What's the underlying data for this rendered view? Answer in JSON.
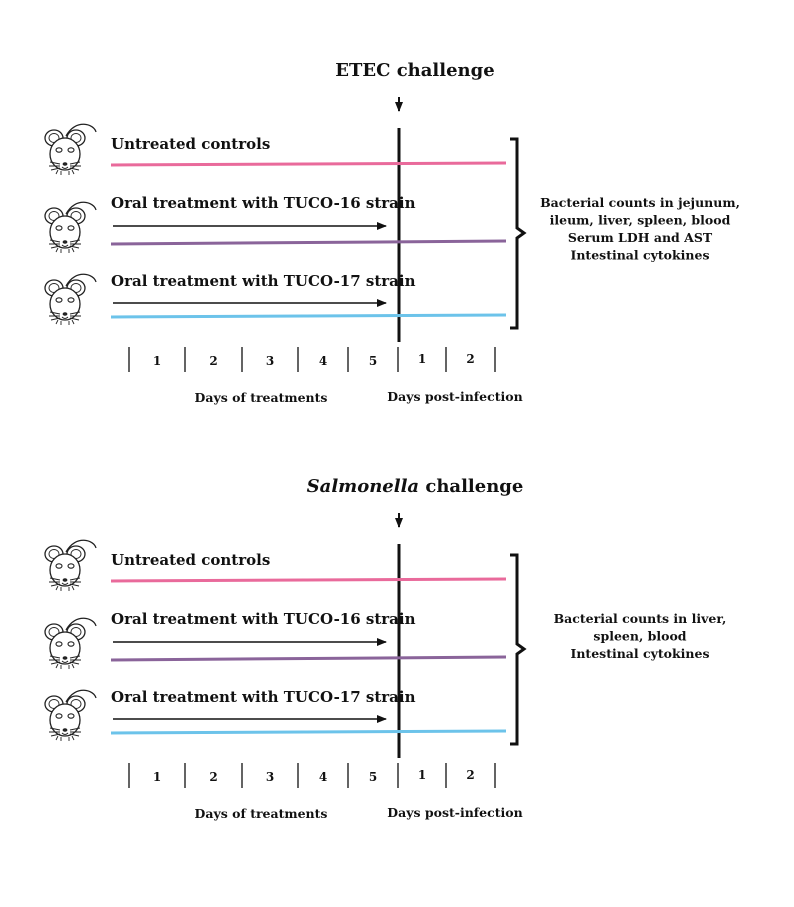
{
  "colors": {
    "untreated": "#e96a9b",
    "tuco16": "#8a649a",
    "tuco17": "#6cc3ea",
    "ink": "#111111"
  },
  "panels": [
    {
      "title": [
        {
          "text": "ETEC challenge",
          "italic": false
        }
      ],
      "groups": [
        {
          "label": "Untreated controls",
          "color_key": "untreated",
          "arrow": false
        },
        {
          "label": "Oral treatment with TUCO-16  strain",
          "color_key": "tuco16",
          "arrow": true
        },
        {
          "label": "Oral treatment with TUCO-17  strain",
          "color_key": "tuco17",
          "arrow": true
        }
      ],
      "treatment_days": [
        "1",
        "2",
        "3",
        "4",
        "5"
      ],
      "post_infection_days": [
        "1",
        "2"
      ],
      "treatment_days_label": "Days of treatments",
      "post_infection_label": "Days post-infection",
      "outcomes": [
        "Bacterial counts in jejunum,",
        "ileum, liver, spleen, blood",
        "Serum LDH and AST",
        "Intestinal cytokines"
      ]
    },
    {
      "title": [
        {
          "text": "Salmonella",
          "italic": true
        },
        {
          "text": " challenge",
          "italic": false
        }
      ],
      "groups": [
        {
          "label": "Untreated controls",
          "color_key": "untreated",
          "arrow": false
        },
        {
          "label": "Oral treatment with TUCO-16  strain",
          "color_key": "tuco16",
          "arrow": true
        },
        {
          "label": "Oral treatment with TUCO-17  strain",
          "color_key": "tuco17",
          "arrow": true
        }
      ],
      "treatment_days": [
        "1",
        "2",
        "3",
        "4",
        "5"
      ],
      "post_infection_days": [
        "1",
        "2"
      ],
      "treatment_days_label": "Days of treatments",
      "post_infection_label": "Days post-infection",
      "outcomes": [
        "Bacterial counts in liver,",
        "spleen, blood",
        "Intestinal cytokines"
      ]
    }
  ]
}
